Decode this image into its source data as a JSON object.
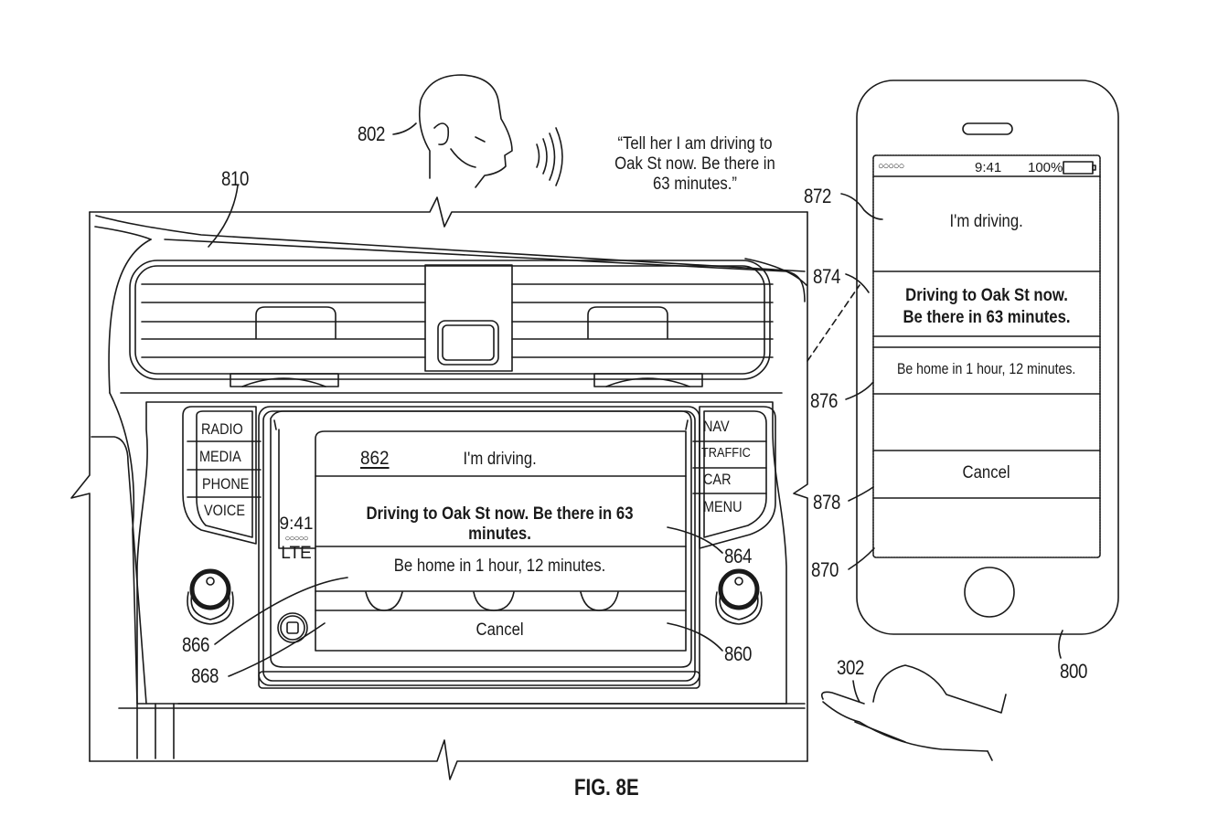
{
  "figure": {
    "caption": "FIG. 8E",
    "quote": "“Tell her I am driving to Oak St now. Be there in 63 minutes.”"
  },
  "reference_labels": {
    "user": "802",
    "dashboard": "810",
    "phone": "800",
    "hand": "302",
    "car_popup": "860",
    "car_title": "862",
    "car_selected_option": "864",
    "car_option_2": "866",
    "car_home_button": "868",
    "phone_popup": "870",
    "phone_title": "872",
    "phone_selected_option": "874",
    "phone_option_2": "876",
    "phone_cancel": "878"
  },
  "car_display": {
    "status": {
      "time": "9:41",
      "signal": "○○○○○",
      "network": "LTE"
    },
    "left_buttons": [
      "RADIO",
      "MEDIA",
      "PHONE",
      "VOICE"
    ],
    "right_buttons": [
      "NAV",
      "TRAFFIC",
      "CAR",
      "MENU"
    ],
    "popup": {
      "title": "I'm driving.",
      "options": [
        {
          "text": "Driving to Oak St now. Be there in 63 minutes.",
          "selected": true
        },
        {
          "text": "Be home in 1 hour, 12 minutes.",
          "selected": false
        }
      ],
      "cancel": "Cancel"
    },
    "background_icons": [
      "car-icon",
      "message-icon",
      "phone-icon"
    ]
  },
  "phone_display": {
    "status": {
      "signal": "○○○○○",
      "time": "9:41",
      "battery": "100%"
    },
    "popup": {
      "title": "I'm driving.",
      "options": [
        {
          "line1": "Driving to Oak St now.",
          "line2": "Be there in 63 minutes.",
          "selected": true
        },
        {
          "text": "Be home in 1 hour, 12 minutes.",
          "selected": false
        }
      ],
      "cancel": "Cancel"
    }
  }
}
